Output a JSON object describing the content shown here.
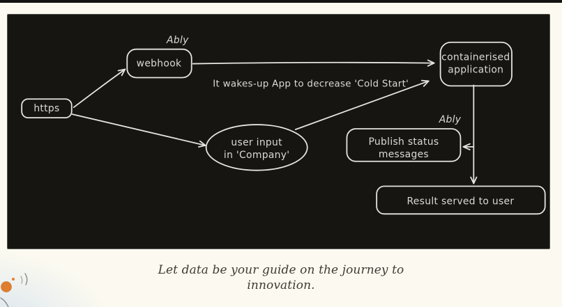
{
  "diagram": {
    "nodes": {
      "https": {
        "label": "https"
      },
      "webhook": {
        "label": "webhook"
      },
      "containerised": {
        "line1": "containerised",
        "line2": "application"
      },
      "user_input": {
        "line1": "user input",
        "line2": "in 'Company'"
      },
      "publish": {
        "line1": "Publish status",
        "line2": "messages"
      },
      "result": {
        "label": "Result served to user"
      }
    },
    "annotations": {
      "ably_webhook": "Ably",
      "ably_publish": "Ably",
      "wakeup": "It wakes-up App to decrease 'Cold Start'"
    },
    "colors": {
      "panel_bg": "#161512",
      "stroke": "#e6e4df",
      "page_bg": "#fcfaf0"
    }
  },
  "caption": {
    "line1": "Let data be your guide on the journey to",
    "line2": "innovation."
  },
  "decoration": {
    "accent_color": "#df7e2e"
  }
}
